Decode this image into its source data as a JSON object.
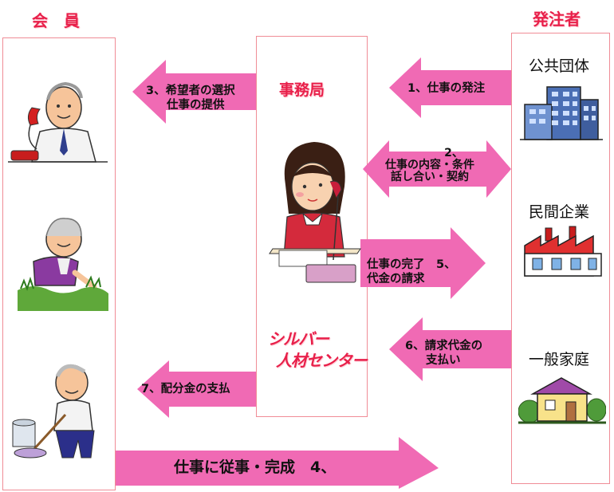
{
  "headers": {
    "members": "会　員",
    "clients": "発注者",
    "office": "事務局"
  },
  "center_name": [
    "シルバー",
    "人材センター"
  ],
  "clients": [
    "公共団体",
    "民間企業",
    "一般家庭"
  ],
  "steps": {
    "s1": "1、仕事の発注",
    "s2": [
      "2、",
      "仕事の内容・条件",
      "話し合い・契約"
    ],
    "s3": [
      "3、希望者の選択",
      "仕事の提供"
    ],
    "s4": "仕事に従事・完成　4、",
    "s5": [
      "仕事の完了　5、",
      "代金の請求"
    ],
    "s6": [
      "6、請求代金の",
      "支払い"
    ],
    "s7": "7、配分金の支払"
  },
  "illustrations": {
    "member1": "elderly-man-on-phone",
    "member2": "elderly-woman-gardening",
    "member3": "elderly-man-mopping",
    "office": "girl-on-phone",
    "client1": "office-building",
    "client2": "factory",
    "client3": "house"
  },
  "colors": {
    "arrow": "#f06ab4",
    "title": "#e8204a",
    "border": "#f08c96"
  }
}
